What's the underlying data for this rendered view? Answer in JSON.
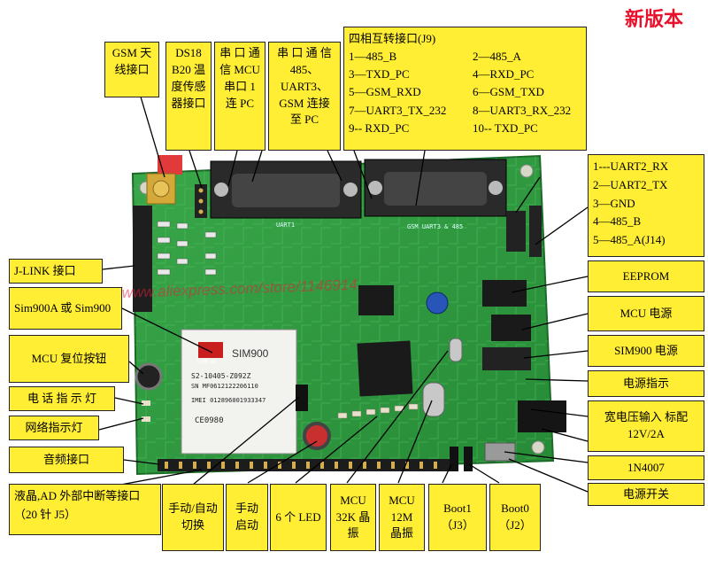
{
  "corner_title": "新版本",
  "watermark": "http://www.aliexpress.com/store/1146914",
  "labels": {
    "gsm_antenna": "GSM 天线接口",
    "ds18b20": "DS18 B20 温度传感器接口",
    "uart_mcu": "串 口 通 信 MCU 串口 1 连 PC",
    "uart3": "串 口 通 信 485、UART3、GSM 连接至 PC",
    "j9_title": "四相互转接口(J9)",
    "j9_pins": [
      [
        "1—485_B",
        "2—485_A"
      ],
      [
        "3—TXD_PC",
        "4—RXD_PC"
      ],
      [
        "5—GSM_RXD",
        "6—GSM_TXD"
      ],
      [
        "7—UART3_TX_232",
        "8—UART3_RX_232"
      ],
      [
        "9-- RXD_PC",
        "10-- TXD_PC"
      ]
    ],
    "j14_pins": [
      "1---UART2_RX",
      "2—UART2_TX",
      "3—GND",
      "4—485_B",
      "5—485_A(J14)"
    ],
    "eeprom": "EEPROM",
    "mcu_power": "MCU 电源",
    "sim900_power": "SIM900 电源",
    "power_indicator": "电源指示",
    "wide_voltage": "宽电压输入 标配 12V/2A",
    "diode": "1N4007",
    "power_switch": "电源开关",
    "jlink": "J-LINK 接口",
    "sim_module": "Sim900A 或 Sim900",
    "mcu_reset": "MCU 复位按钮",
    "phone_led": "电 话 指 示 灯",
    "network_led": "网络指示灯",
    "audio": "音频接口",
    "lcd_ad": "液晶,AD 外部中断等接口（20 针 J5）",
    "manual_auto": "手动/自动切换",
    "manual_start": "手动启动",
    "six_led": "6 个 LED",
    "mcu_32k": "MCU 32K 晶振",
    "mcu_12m": "MCU 12M 晶振",
    "boot1": "Boot1 （J3）",
    "boot0": "Boot0 （J2）"
  },
  "board": {
    "module_brand": "SIMCom",
    "module_name": "SIM900",
    "module_part": "S2-10405-Z092Z",
    "module_sn": "SN MF0612122206110",
    "module_imei": "IMEI 012896001933347",
    "module_ce": "CE0980",
    "silk_uart1": "UART1",
    "silk_gsm": "GSM UART3 & 485"
  },
  "colors": {
    "label_fill": "#ffee33",
    "pcb_green": "#2f9a3f",
    "title_red": "#e8102a"
  }
}
